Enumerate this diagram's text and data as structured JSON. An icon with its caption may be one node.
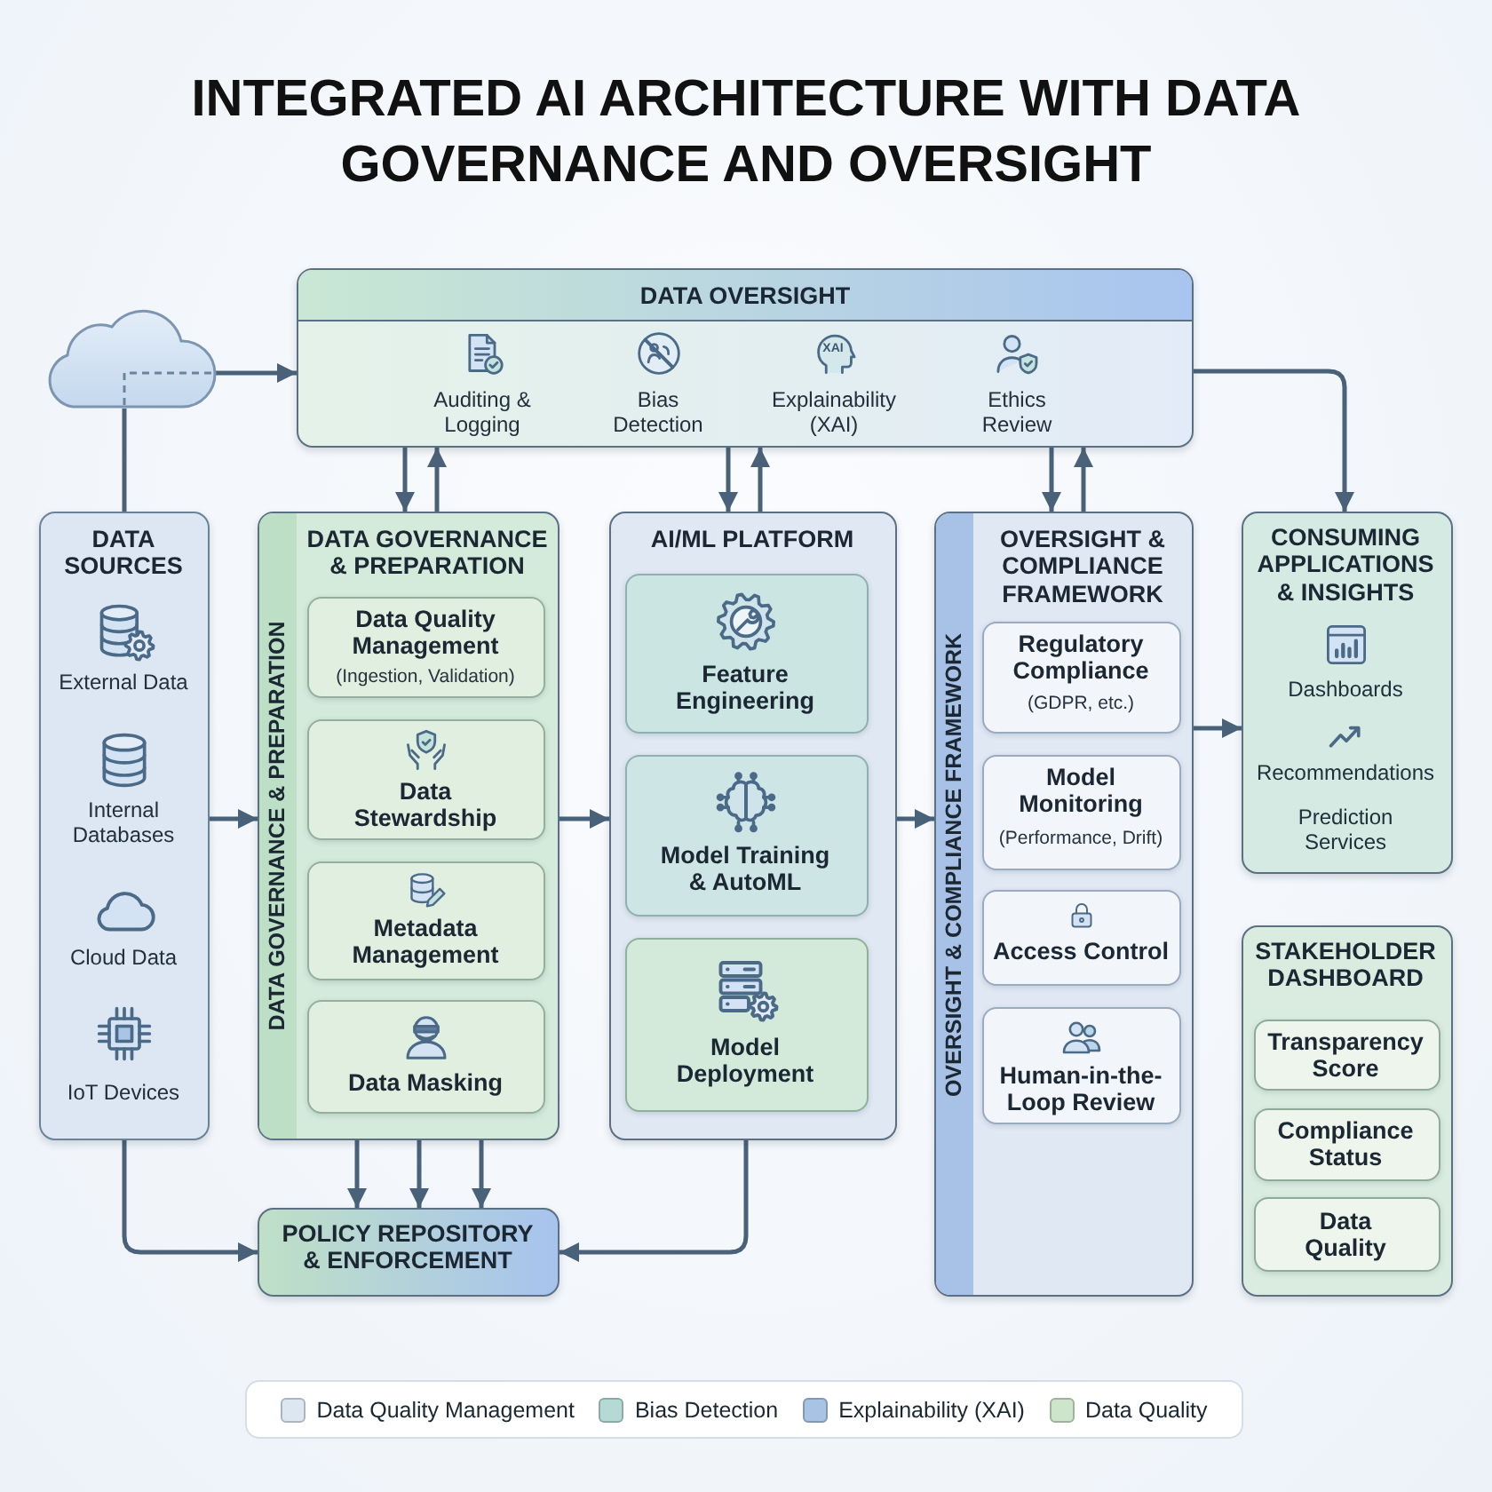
{
  "diagram": {
    "title": "INTEGRATED AI ARCHITECTURE WITH DATA GOVERNANCE AND OVERSIGHT",
    "nodes": [
      {
        "text": [],
        "shape": "cloud"
      },
      {
        "text": [
          "DATA OVERSIGHT",
          "Auditing & Logging",
          "Bias Detection",
          "Explainability (XAI)",
          "Ethics Review"
        ]
      },
      {
        "text": [
          "DATA SOURCES",
          "External Data",
          "Internal Databases",
          "Cloud Data",
          "IoT Devices"
        ]
      },
      {
        "text": [
          "DATA GOVERNANCE & PREPARATION",
          "DATA GOVERNANCE & PREPARATION"
        ]
      },
      {
        "text": [
          "Data Quality Management",
          "(Ingestion, Validation)"
        ],
        "in": 3
      },
      {
        "text": [
          "Data Stewardship"
        ],
        "in": 3
      },
      {
        "text": [
          "Metadata Management"
        ],
        "in": 3
      },
      {
        "text": [
          "Data Masking"
        ],
        "in": 3
      },
      {
        "text": [
          "AI/ML PLATFORM"
        ]
      },
      {
        "text": [
          "Feature Engineering"
        ],
        "in": 8
      },
      {
        "text": [
          "Model Training & AutoML"
        ],
        "in": 8
      },
      {
        "text": [
          "Model Deployment"
        ],
        "in": 8
      },
      {
        "text": [
          "OVERSIGHT & COMPLIANCE FRAMEWORK",
          "OVERSIGHT & COMPLIANCE FRAMEWORK"
        ]
      },
      {
        "text": [
          "Regulatory Compliance",
          "(GDPR, etc.)"
        ],
        "in": 12
      },
      {
        "text": [
          "Model Monitoring",
          "(Performance, Drift)"
        ],
        "in": 12
      },
      {
        "text": [
          "Access Control"
        ],
        "in": 12
      },
      {
        "text": [
          "Human-in-the-Loop Review"
        ],
        "in": 12
      },
      {
        "text": [
          "CONSUMING APPLICATIONS & INSIGHTS",
          "Dashboards",
          "Recommendations",
          "Prediction Services"
        ]
      },
      {
        "text": [
          "STAKEHOLDER DASHBOARD"
        ]
      },
      {
        "text": [
          "Transparency Score"
        ],
        "in": 18
      },
      {
        "text": [
          "Compliance Status"
        ],
        "in": 18
      },
      {
        "text": [
          "Data Quality"
        ],
        "in": 18
      },
      {
        "text": [
          "POLICY REPOSITORY & ENFORCEMENT"
        ]
      }
    ],
    "edges": [
      {
        "from": 0,
        "to": 1,
        "arrow": "to"
      },
      {
        "from": 0,
        "to": 2,
        "arrow": "none"
      },
      {
        "from": 1,
        "to": 3,
        "arrow": "to"
      },
      {
        "from": 3,
        "to": 1,
        "arrow": "to"
      },
      {
        "from": 1,
        "to": 8,
        "arrow": "to"
      },
      {
        "from": 8,
        "to": 1,
        "arrow": "to"
      },
      {
        "from": 1,
        "to": 12,
        "arrow": "to"
      },
      {
        "from": 12,
        "to": 1,
        "arrow": "to"
      },
      {
        "from": 1,
        "to": 17,
        "arrow": "to"
      },
      {
        "from": 2,
        "to": 3,
        "arrow": "to"
      },
      {
        "from": 3,
        "to": 8,
        "arrow": "to"
      },
      {
        "from": 8,
        "to": 12,
        "arrow": "to"
      },
      {
        "from": 12,
        "to": 17,
        "arrow": "to"
      },
      {
        "from": 2,
        "to": 22,
        "arrow": "to"
      },
      {
        "from": 3,
        "to": 22,
        "arrow": "to"
      },
      {
        "from": 3,
        "to": 22,
        "arrow": "to"
      },
      {
        "from": 3,
        "to": 22,
        "arrow": "to"
      },
      {
        "from": 8,
        "to": 22,
        "arrow": "to"
      }
    ],
    "labels": [
      "XAI"
    ],
    "legend": [
      {
        "text": "Data Quality Management",
        "color": "#dde7f2"
      },
      {
        "text": "Bias Detection",
        "color": "#b5dad5"
      },
      {
        "text": "Explainability (XAI)",
        "color": "#a8c3e3"
      },
      {
        "text": "Data Quality",
        "color": "#cde5ca"
      }
    ]
  }
}
